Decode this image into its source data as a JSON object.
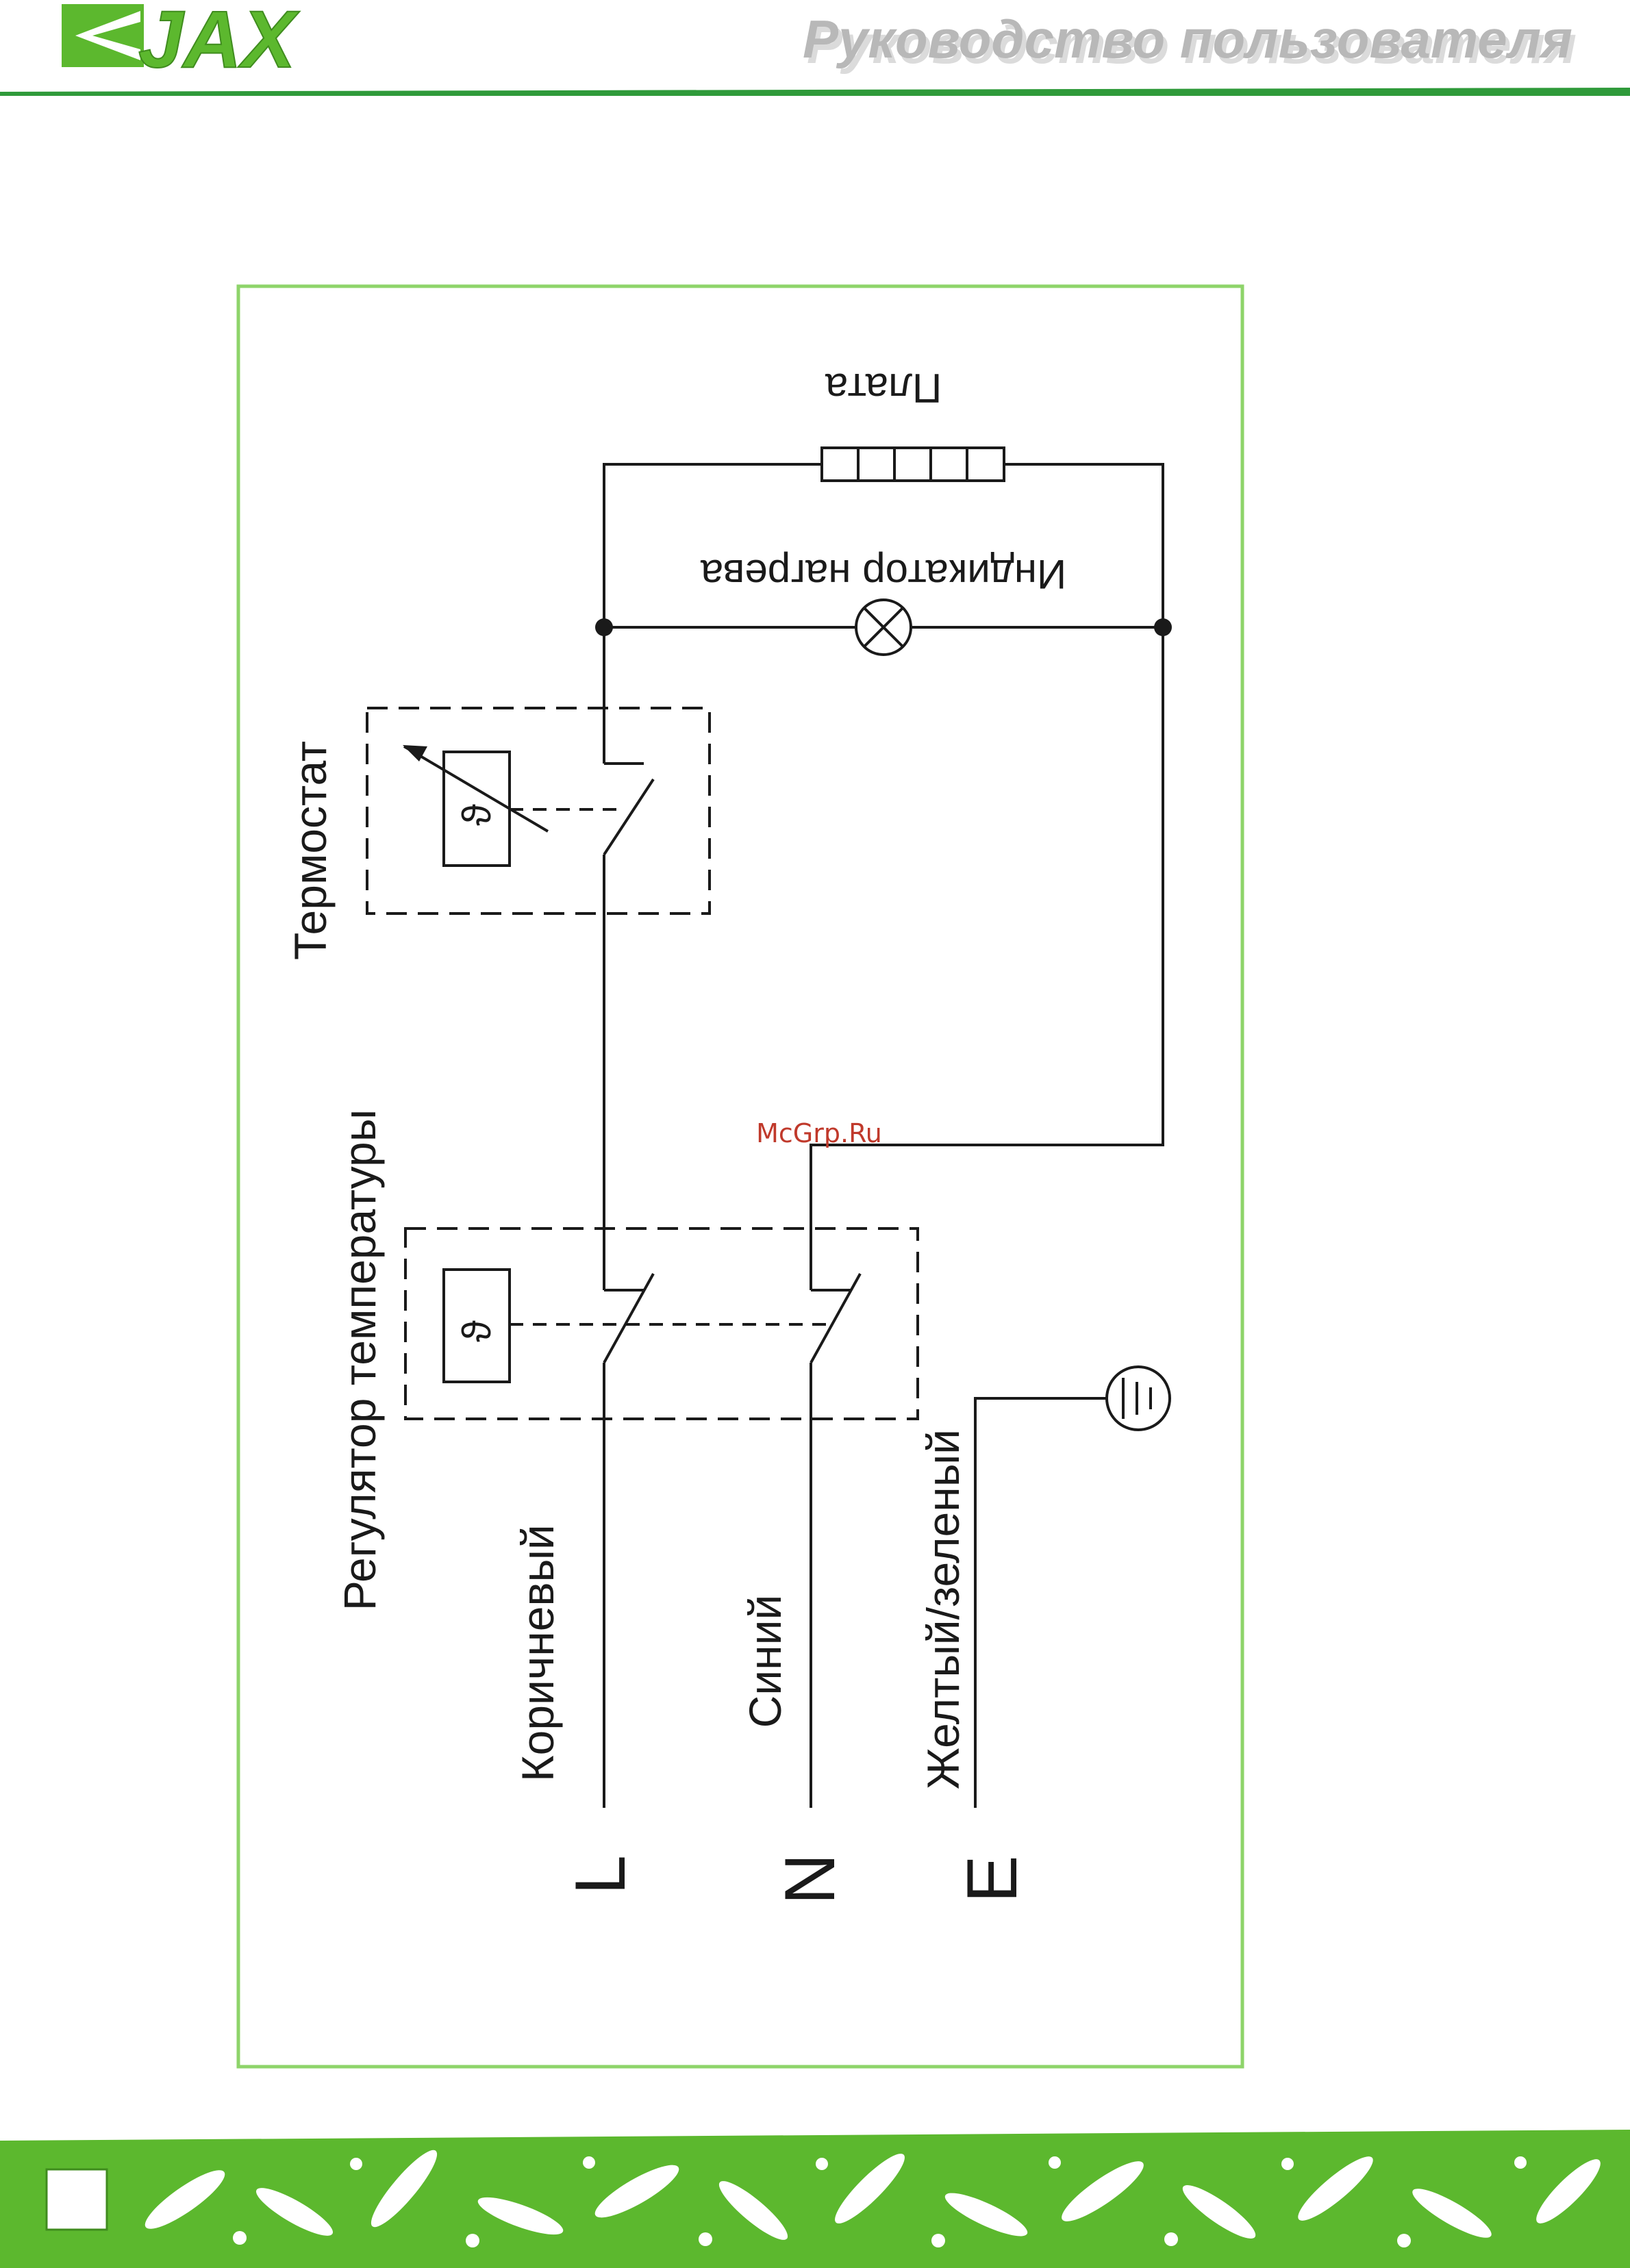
{
  "header": {
    "logo_text": "JAX",
    "title": "Руководство пользователя"
  },
  "diagram": {
    "labels": {
      "plate": "Плата",
      "heating_indicator": "Индикатор нагрева",
      "thermostat": "Термостат",
      "temperature_regulator": "Регулятор температуры",
      "wire_brown": "Коричневый",
      "wire_blue": "Синий",
      "wire_yellow_green": "Желтый/зеленый",
      "terminal_l": "L",
      "terminal_n": "N",
      "terminal_e": "E"
    },
    "symbols": {
      "sensor_glyph": "ϑ"
    }
  },
  "watermark": "McGrp.Ru",
  "colors": {
    "brand_green": "#5cb82e",
    "frame_green": "#8ed46a",
    "line": "#1a1a1a",
    "watermark": "#c0392b"
  }
}
